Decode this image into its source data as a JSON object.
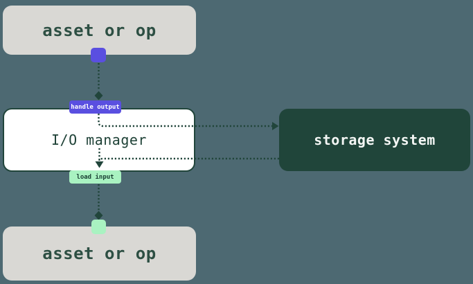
{
  "diagram": {
    "nodes": {
      "asset_top": {
        "label": "asset or op"
      },
      "io_manager": {
        "label": "I/O manager"
      },
      "storage_system": {
        "label": "storage system"
      },
      "asset_bottom": {
        "label": "asset or op"
      }
    },
    "edge_labels": {
      "handle_output": "handle output",
      "load_input": "load input"
    },
    "colors": {
      "background": "#4d6972",
      "asset_fill": "#d9d8d4",
      "asset_text": "#2d4f43",
      "io_fill": "#ffffff",
      "io_text": "#1f4237",
      "border_line": "#21453b",
      "storage_fill": "#20453a",
      "storage_text": "#f3f6f4",
      "accent_purple": "#5a4fe0",
      "accent_green": "#a9f2c1",
      "edge_label_purple_text": "#ffffff",
      "edge_label_green_text": "#173c31"
    }
  }
}
